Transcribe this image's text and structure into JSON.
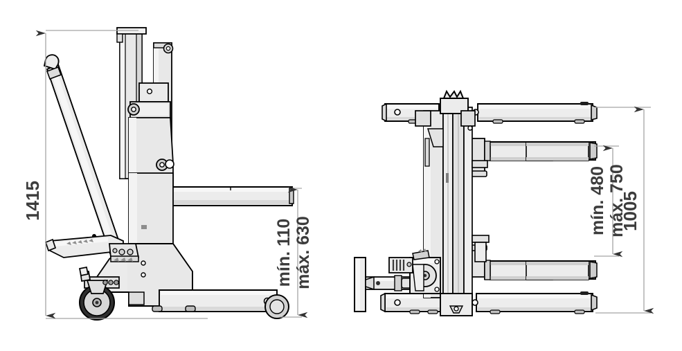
{
  "drawing": {
    "title": "Stacker / drum lifter technical dimension drawing",
    "units": "mm",
    "background_color": "#ffffff",
    "fill_color": "#e8e8e8",
    "fill_light": "#f2f2f2",
    "fill_mid": "#d6d6d6",
    "fill_dark": "#bdbdbd",
    "outline_color": "#000000",
    "dimension_line_color": "#9a9a9a",
    "dimension_text_color": "#3c3c3c"
  },
  "views": {
    "side": {
      "name": "side-elevation-view",
      "description": "Side view of electric stacker with tiller handle, mast, fork arm, base and castor wheels"
    },
    "front": {
      "name": "front-elevation-view",
      "description": "Front view showing two pairs of clamp arms with rollers, mast columns, hand crank and base legs"
    }
  },
  "dimensions": {
    "side_overall_height": {
      "label": "1415",
      "orientation": "vertical",
      "position": "left"
    },
    "side_fork_min": {
      "label": "mín. 110",
      "orientation": "vertical",
      "position": "right-of-side-view"
    },
    "side_fork_max": {
      "label": "máx. 630",
      "orientation": "vertical",
      "position": "right-of-side-view"
    },
    "front_arm_min": {
      "label": "mín. 480",
      "orientation": "vertical",
      "position": "right-of-front-view-inner"
    },
    "front_arm_max": {
      "label": "máx. 750",
      "orientation": "vertical",
      "position": "right-of-front-view-inner"
    },
    "front_overall_height": {
      "label": "1005",
      "orientation": "vertical",
      "position": "right-of-front-view-outer"
    }
  }
}
